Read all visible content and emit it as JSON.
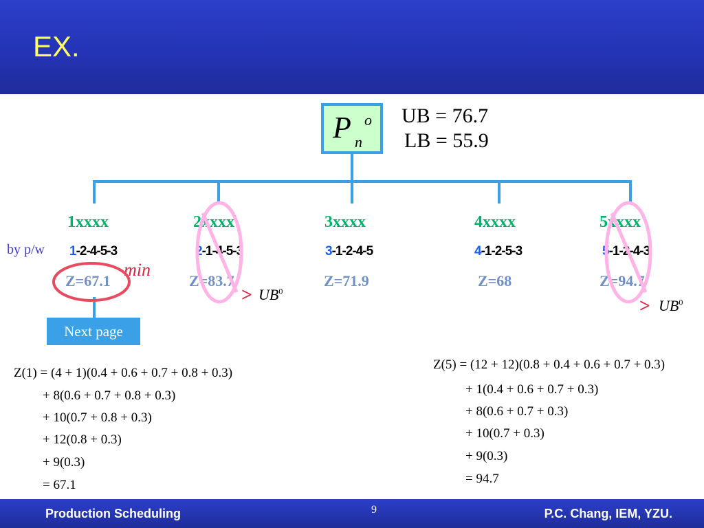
{
  "slide": {
    "title": "EX.",
    "footer_left": "Production Scheduling",
    "page_number": "9",
    "footer_right": "P.C. Chang, IEM, YZU."
  },
  "root": {
    "symbol": "P",
    "superscript": "o",
    "subscript": "n",
    "ub_line": "UB = 76.7",
    "lb_line": "LB = 55.9"
  },
  "row_label": "by p/w",
  "nodes": [
    {
      "label": "1xxxx",
      "seq_first": "1",
      "seq_rest": "-2-4-5-3",
      "z": "Z=67.1"
    },
    {
      "label": "2xxxx",
      "seq_first": "2",
      "seq_rest": "-1-4-5-3",
      "z": "Z=83.7"
    },
    {
      "label": "3xxxx",
      "seq_first": "3",
      "seq_rest": "-1-2-4-5",
      "z": "Z=71.9"
    },
    {
      "label": "4xxxx",
      "seq_first": "4",
      "seq_rest": "-1-2-5-3",
      "z": "Z=68"
    },
    {
      "label": "5xxxx",
      "seq_first": "5",
      "seq_rest": "-1-2-4-3",
      "z": "Z=94.7"
    }
  ],
  "min_label": "min",
  "ub_compare": {
    "symbol": ">",
    "text": "UB",
    "sup": "0"
  },
  "next_button": "Next page",
  "equation_left": [
    "Z(1) = (4 + 1)(0.4 + 0.6 + 0.7 + 0.8 + 0.3)",
    "+ 8(0.6 + 0.7 + 0.8 + 0.3)",
    "+ 10(0.7 + 0.8 + 0.3)",
    "+ 12(0.8 + 0.3)",
    "+ 9(0.3)",
    "= 67.1"
  ],
  "equation_right": [
    "Z(5) = (12 + 12)(0.8 + 0.4 + 0.6 + 0.7 + 0.3)",
    "+ 1(0.4 + 0.6 + 0.7 + 0.3)",
    "+ 8(0.6 + 0.7 + 0.3)",
    "+ 10(0.7 + 0.3)",
    "+ 9(0.3)",
    "= 94.7"
  ],
  "colors": {
    "header_blue": "#2433b3",
    "title_yellow": "#ffff66",
    "node_green": "#00b36b",
    "tree_blue": "#3aa0e8",
    "z_blue": "#6f8fc7",
    "min_red": "#e02040",
    "prune_pink": "#ffb3e6"
  }
}
